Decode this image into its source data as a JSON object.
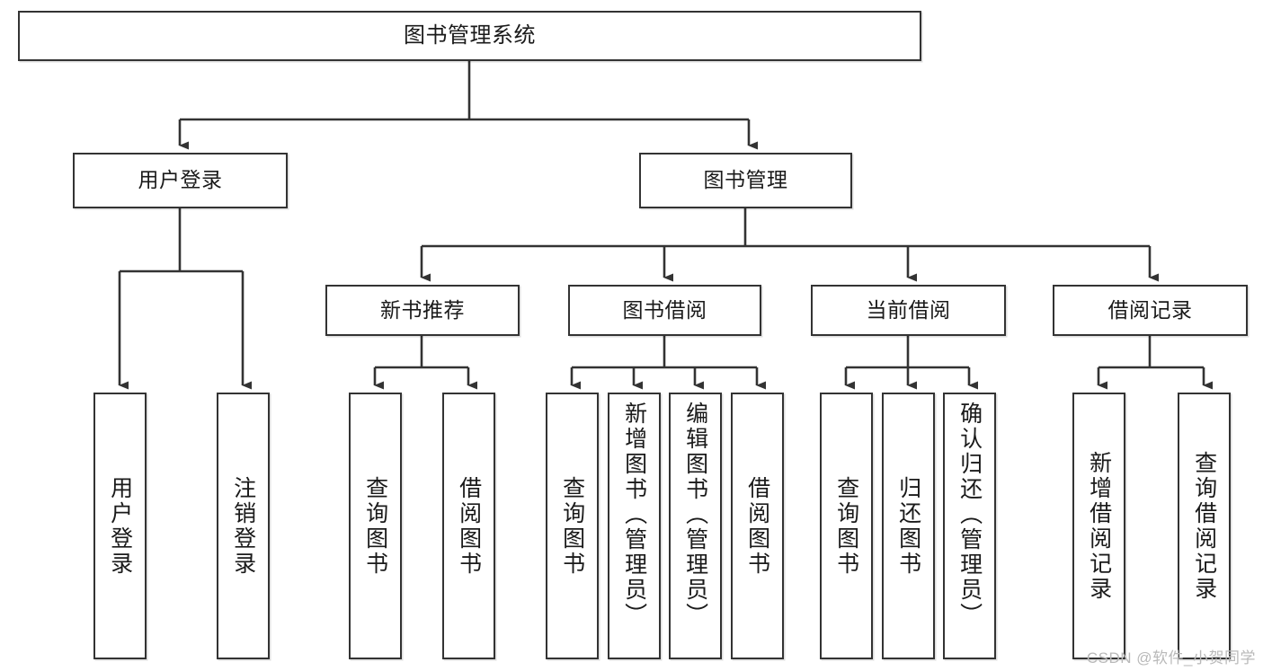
{
  "diagram": {
    "title": "图书管理系统",
    "type": "hierarchy-tree",
    "watermark": "CSDN @软件_小贺同学",
    "colors": {
      "stroke": "#333333",
      "fill": "#ffffff",
      "text": "#1a1a1a",
      "watermark": "#b9b9b9"
    },
    "nodes": {
      "root": {
        "label": "图书管理系统"
      },
      "level2": [
        {
          "id": "user-login",
          "label": "用户登录"
        },
        {
          "id": "book-manage",
          "label": "图书管理"
        }
      ],
      "level3": [
        {
          "id": "new-book-rec",
          "label": "新书推荐"
        },
        {
          "id": "book-borrow",
          "label": "图书借阅"
        },
        {
          "id": "current-borrow",
          "label": "当前借阅"
        },
        {
          "id": "borrow-record",
          "label": "借阅记录"
        }
      ],
      "leaves": {
        "user_login": [
          {
            "id": "leaf-user-login",
            "label": "用户登录"
          },
          {
            "id": "leaf-logout",
            "label": "注销登录"
          }
        ],
        "new_book_rec": [
          {
            "id": "leaf-query-book-1",
            "label": "查询图书"
          },
          {
            "id": "leaf-borrow-book-1",
            "label": "借阅图书"
          }
        ],
        "book_borrow": [
          {
            "id": "leaf-query-book-2",
            "label": "查询图书"
          },
          {
            "id": "leaf-add-book",
            "label": "新增图书（管理员）"
          },
          {
            "id": "leaf-edit-book",
            "label": "编辑图书（管理员）"
          },
          {
            "id": "leaf-borrow-book-2",
            "label": "借阅图书"
          }
        ],
        "current_borrow": [
          {
            "id": "leaf-query-book-3",
            "label": "查询图书"
          },
          {
            "id": "leaf-return-book",
            "label": "归还图书"
          },
          {
            "id": "leaf-confirm-return",
            "label": "确认归还（管理员）"
          }
        ],
        "borrow_record": [
          {
            "id": "leaf-add-record",
            "label": "新增借阅记录"
          },
          {
            "id": "leaf-query-record",
            "label": "查询借阅记录"
          }
        ]
      }
    }
  }
}
